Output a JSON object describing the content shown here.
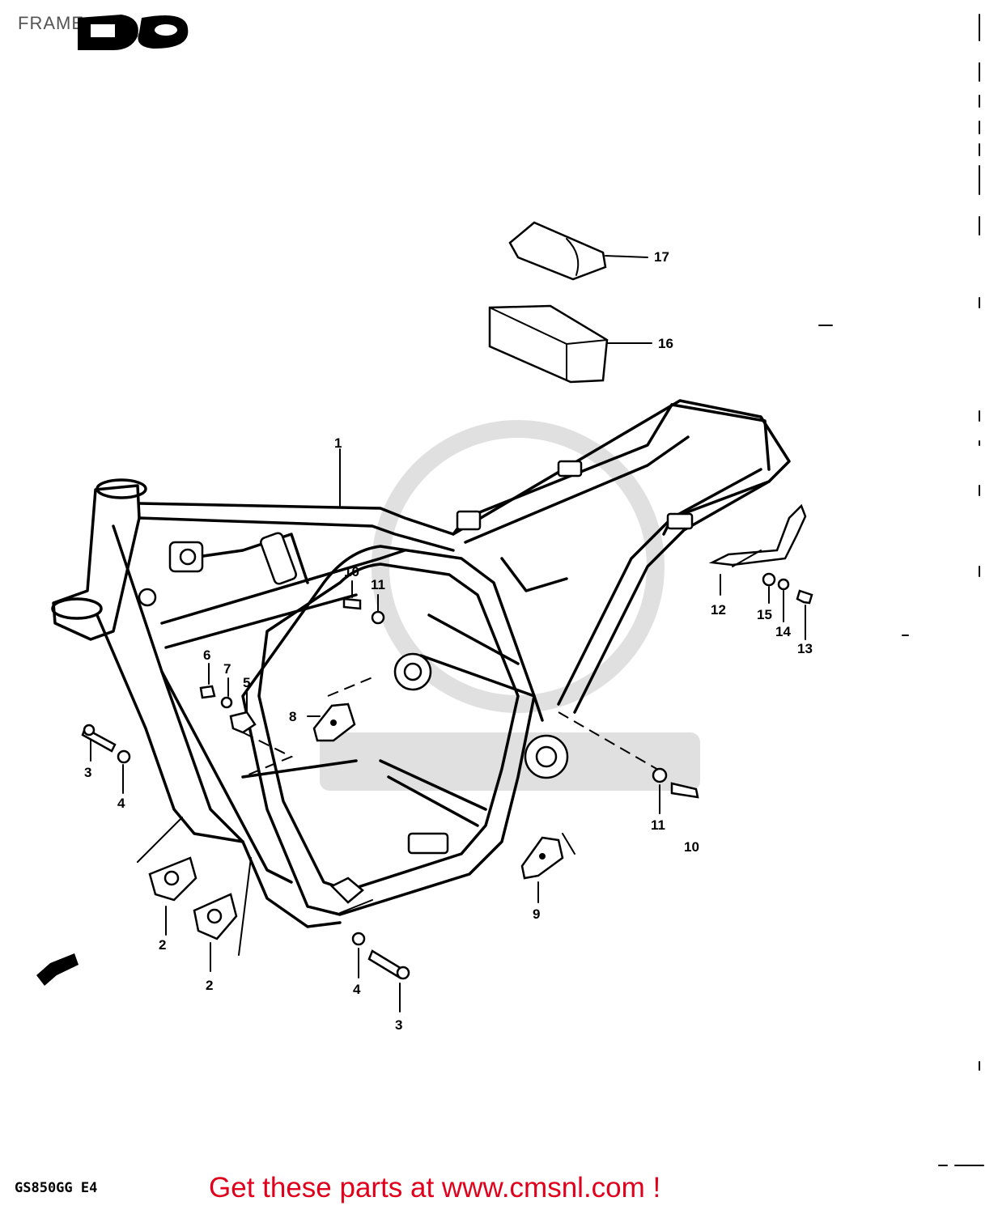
{
  "page": {
    "label": "FRAME",
    "model_code": "GS850GG E4",
    "cta_text": "Get these parts at www.cmsnl.com !"
  },
  "callouts": [
    {
      "id": "c1",
      "text": "1"
    },
    {
      "id": "c2a",
      "text": "2"
    },
    {
      "id": "c2b",
      "text": "2"
    },
    {
      "id": "c3a",
      "text": "3"
    },
    {
      "id": "c3b",
      "text": "3"
    },
    {
      "id": "c4a",
      "text": "4"
    },
    {
      "id": "c4b",
      "text": "4"
    },
    {
      "id": "c5",
      "text": "5"
    },
    {
      "id": "c6",
      "text": "6"
    },
    {
      "id": "c7",
      "text": "7"
    },
    {
      "id": "c8",
      "text": "8"
    },
    {
      "id": "c9",
      "text": "9"
    },
    {
      "id": "c10a",
      "text": "10"
    },
    {
      "id": "c10b",
      "text": "10"
    },
    {
      "id": "c11a",
      "text": "11"
    },
    {
      "id": "c11b",
      "text": "11"
    },
    {
      "id": "c12",
      "text": "12"
    },
    {
      "id": "c13",
      "text": "13"
    },
    {
      "id": "c14",
      "text": "14"
    },
    {
      "id": "c15",
      "text": "15"
    },
    {
      "id": "c16",
      "text": "16"
    },
    {
      "id": "c17",
      "text": "17"
    }
  ]
}
